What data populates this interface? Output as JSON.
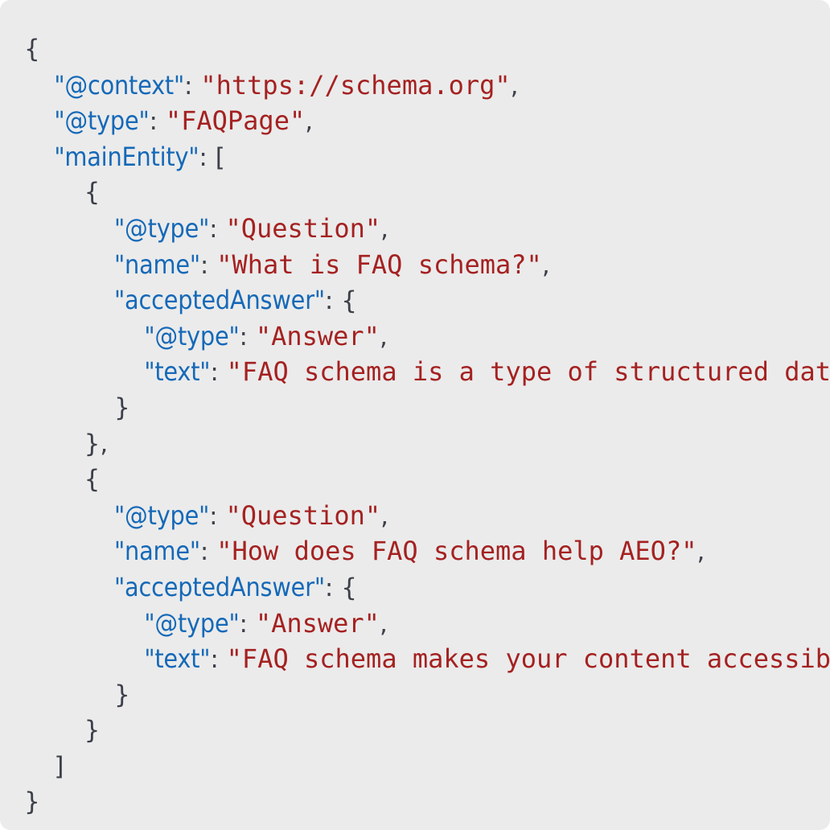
{
  "panel": {
    "background_color": "#ebebeb",
    "page_background_color": "#ffffff",
    "corner_radius": "13px"
  },
  "syntax_colors": {
    "key": "#1569b8",
    "string": "#a52121",
    "punctuation": "#3c4049"
  },
  "code": {
    "language": "json-ld",
    "schema_type": "FAQPage",
    "clipped_right_edge": true,
    "lines": [
      {
        "indent": 0,
        "punct_open": "{"
      },
      {
        "indent": 2,
        "key": "\"@context\"",
        "colon": ": ",
        "string": "\"https://schema.org\"",
        "punct_trail": ","
      },
      {
        "indent": 2,
        "key": "\"@type\"",
        "colon": ": ",
        "string": "\"FAQPage\"",
        "punct_trail": ","
      },
      {
        "indent": 2,
        "key": "\"mainEntity\"",
        "colon": ": ",
        "punct_trail": "["
      },
      {
        "indent": 4,
        "punct_open": "{"
      },
      {
        "indent": 6,
        "key": "\"@type\"",
        "colon": ": ",
        "string": "\"Question\"",
        "punct_trail": ","
      },
      {
        "indent": 6,
        "key": "\"name\"",
        "colon": ": ",
        "string": "\"What is FAQ schema?\"",
        "punct_trail": ","
      },
      {
        "indent": 6,
        "key": "\"acceptedAnswer\"",
        "colon": ": ",
        "punct_trail": "{"
      },
      {
        "indent": 8,
        "key": "\"@type\"",
        "colon": ": ",
        "string": "\"Answer\"",
        "punct_trail": ","
      },
      {
        "indent": 8,
        "key": "\"text\"",
        "colon": ": ",
        "string": "\"FAQ schema is a type of structured data that helps"
      },
      {
        "indent": 6,
        "punct_open": "}"
      },
      {
        "indent": 4,
        "punct_open": "},"
      },
      {
        "indent": 4,
        "punct_open": "{"
      },
      {
        "indent": 6,
        "key": "\"@type\"",
        "colon": ": ",
        "string": "\"Question\"",
        "punct_trail": ","
      },
      {
        "indent": 6,
        "key": "\"name\"",
        "colon": ": ",
        "string": "\"How does FAQ schema help AEO?\"",
        "punct_trail": ","
      },
      {
        "indent": 6,
        "key": "\"acceptedAnswer\"",
        "colon": ": ",
        "punct_trail": "{"
      },
      {
        "indent": 8,
        "key": "\"@type\"",
        "colon": ": ",
        "string": "\"Answer\"",
        "punct_trail": ","
      },
      {
        "indent": 8,
        "key": "\"text\"",
        "colon": ": ",
        "string": "\"FAQ schema makes your content accessible to answer"
      },
      {
        "indent": 6,
        "punct_open": "}"
      },
      {
        "indent": 4,
        "punct_open": "}"
      },
      {
        "indent": 2,
        "punct_open": "]"
      },
      {
        "indent": 0,
        "punct_open": "}"
      }
    ]
  }
}
